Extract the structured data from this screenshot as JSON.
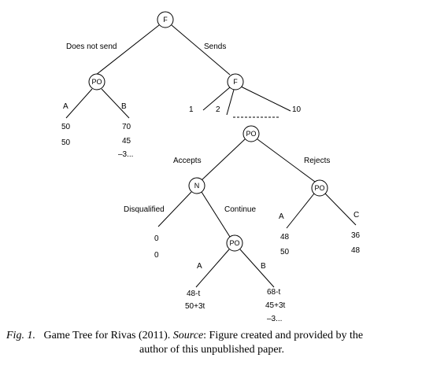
{
  "nodes": {
    "root": "F",
    "po_left": "PO",
    "f_right": "F",
    "po_mid": "PO",
    "n_node": "N",
    "po_rejects": "PO",
    "po_continue": "PO"
  },
  "edge_labels": {
    "does_not_send": "Does not send",
    "sends": "Sends",
    "left_a": "A",
    "left_b": "B",
    "choice_1": "1",
    "choice_2": "2",
    "choice_10": "10",
    "accepts": "Accepts",
    "rejects": "Rejects",
    "disqualified": "Disqualified",
    "continue": "Continue",
    "reject_a": "A",
    "reject_c": "C",
    "cont_a": "A",
    "cont_b": "B"
  },
  "payoffs": {
    "left_a": [
      "50",
      "50"
    ],
    "left_b": [
      "70",
      "45",
      "–3..."
    ],
    "disqualified": [
      "0",
      "0"
    ],
    "reject_a": [
      "48",
      "50"
    ],
    "reject_c": [
      "36",
      "48"
    ],
    "cont_a": [
      "48-t",
      "50+3t"
    ],
    "cont_b": [
      "68-t",
      "45+3t",
      "–3..."
    ]
  },
  "caption": {
    "fig_label": "Fig. 1.",
    "text_before_source": "Game Tree for Rivas (2011).",
    "source_label": "Source",
    "text_after_source": ": Figure created and provided by the",
    "line2": "author of this unpublished paper."
  }
}
